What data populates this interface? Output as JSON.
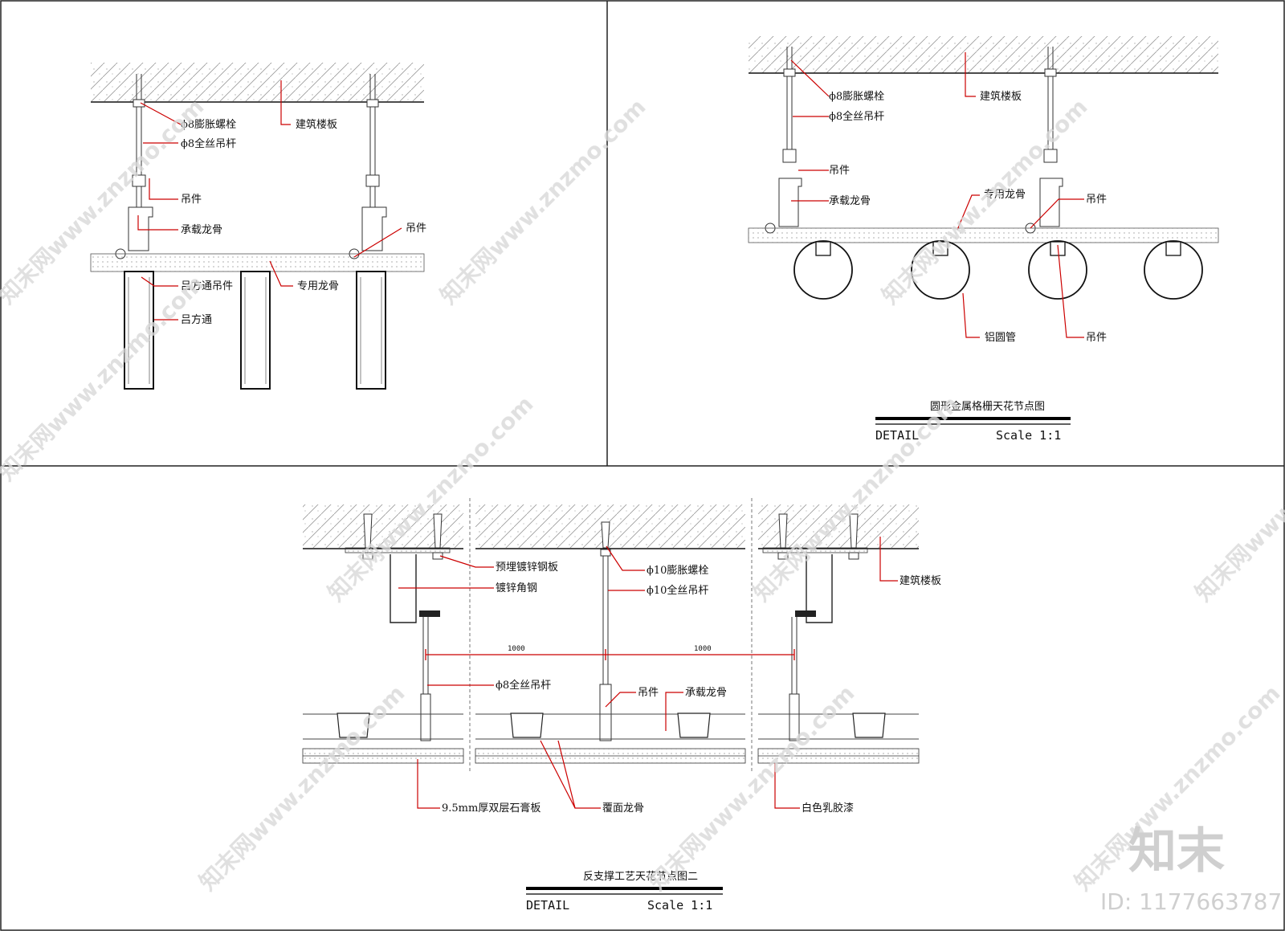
{
  "panel_a": {
    "labels": {
      "bolt": "ϕ8膨胀螺栓",
      "rod": "ϕ8全丝吊杆",
      "slab": "建筑楼板",
      "hanger1": "吊件",
      "carrier": "承载龙骨",
      "hanger2": "吊件",
      "tube_hanger": "吕方通吊件",
      "keel": "专用龙骨",
      "tube": "吕方通"
    }
  },
  "panel_b": {
    "labels": {
      "bolt": "ϕ8膨胀螺栓",
      "rod": "ϕ8全丝吊杆",
      "slab": "建筑楼板",
      "hanger1": "吊件",
      "carrier": "承载龙骨",
      "keel": "专用龙骨",
      "hanger2": "吊件",
      "pipe": "铝圆管",
      "hanger3": "吊件"
    },
    "title": "圆形金属格栅天花节点图",
    "detail": "DETAIL",
    "scale": "Scale 1:1"
  },
  "panel_c": {
    "labels": {
      "plate": "预埋镀锌钢板",
      "angle": "镀锌角钢",
      "bolt": "ϕ10膨胀螺栓",
      "rod10": "ϕ10全丝吊杆",
      "slab": "建筑楼板",
      "rod8": "ϕ8全丝吊杆",
      "hanger": "吊件",
      "carrier": "承载龙骨",
      "board": "9.5mm厚双层石膏板",
      "cover": "覆面龙骨",
      "paint": "白色乳胶漆"
    },
    "dim1": "1000",
    "dim2": "1000",
    "title": "反支撑工艺天花节点图二",
    "detail": "DETAIL",
    "scale": "Scale 1:1"
  },
  "watermark": {
    "text": "知末网www.znzmo.com",
    "logo": "知末",
    "id": "ID: 1177663787"
  }
}
